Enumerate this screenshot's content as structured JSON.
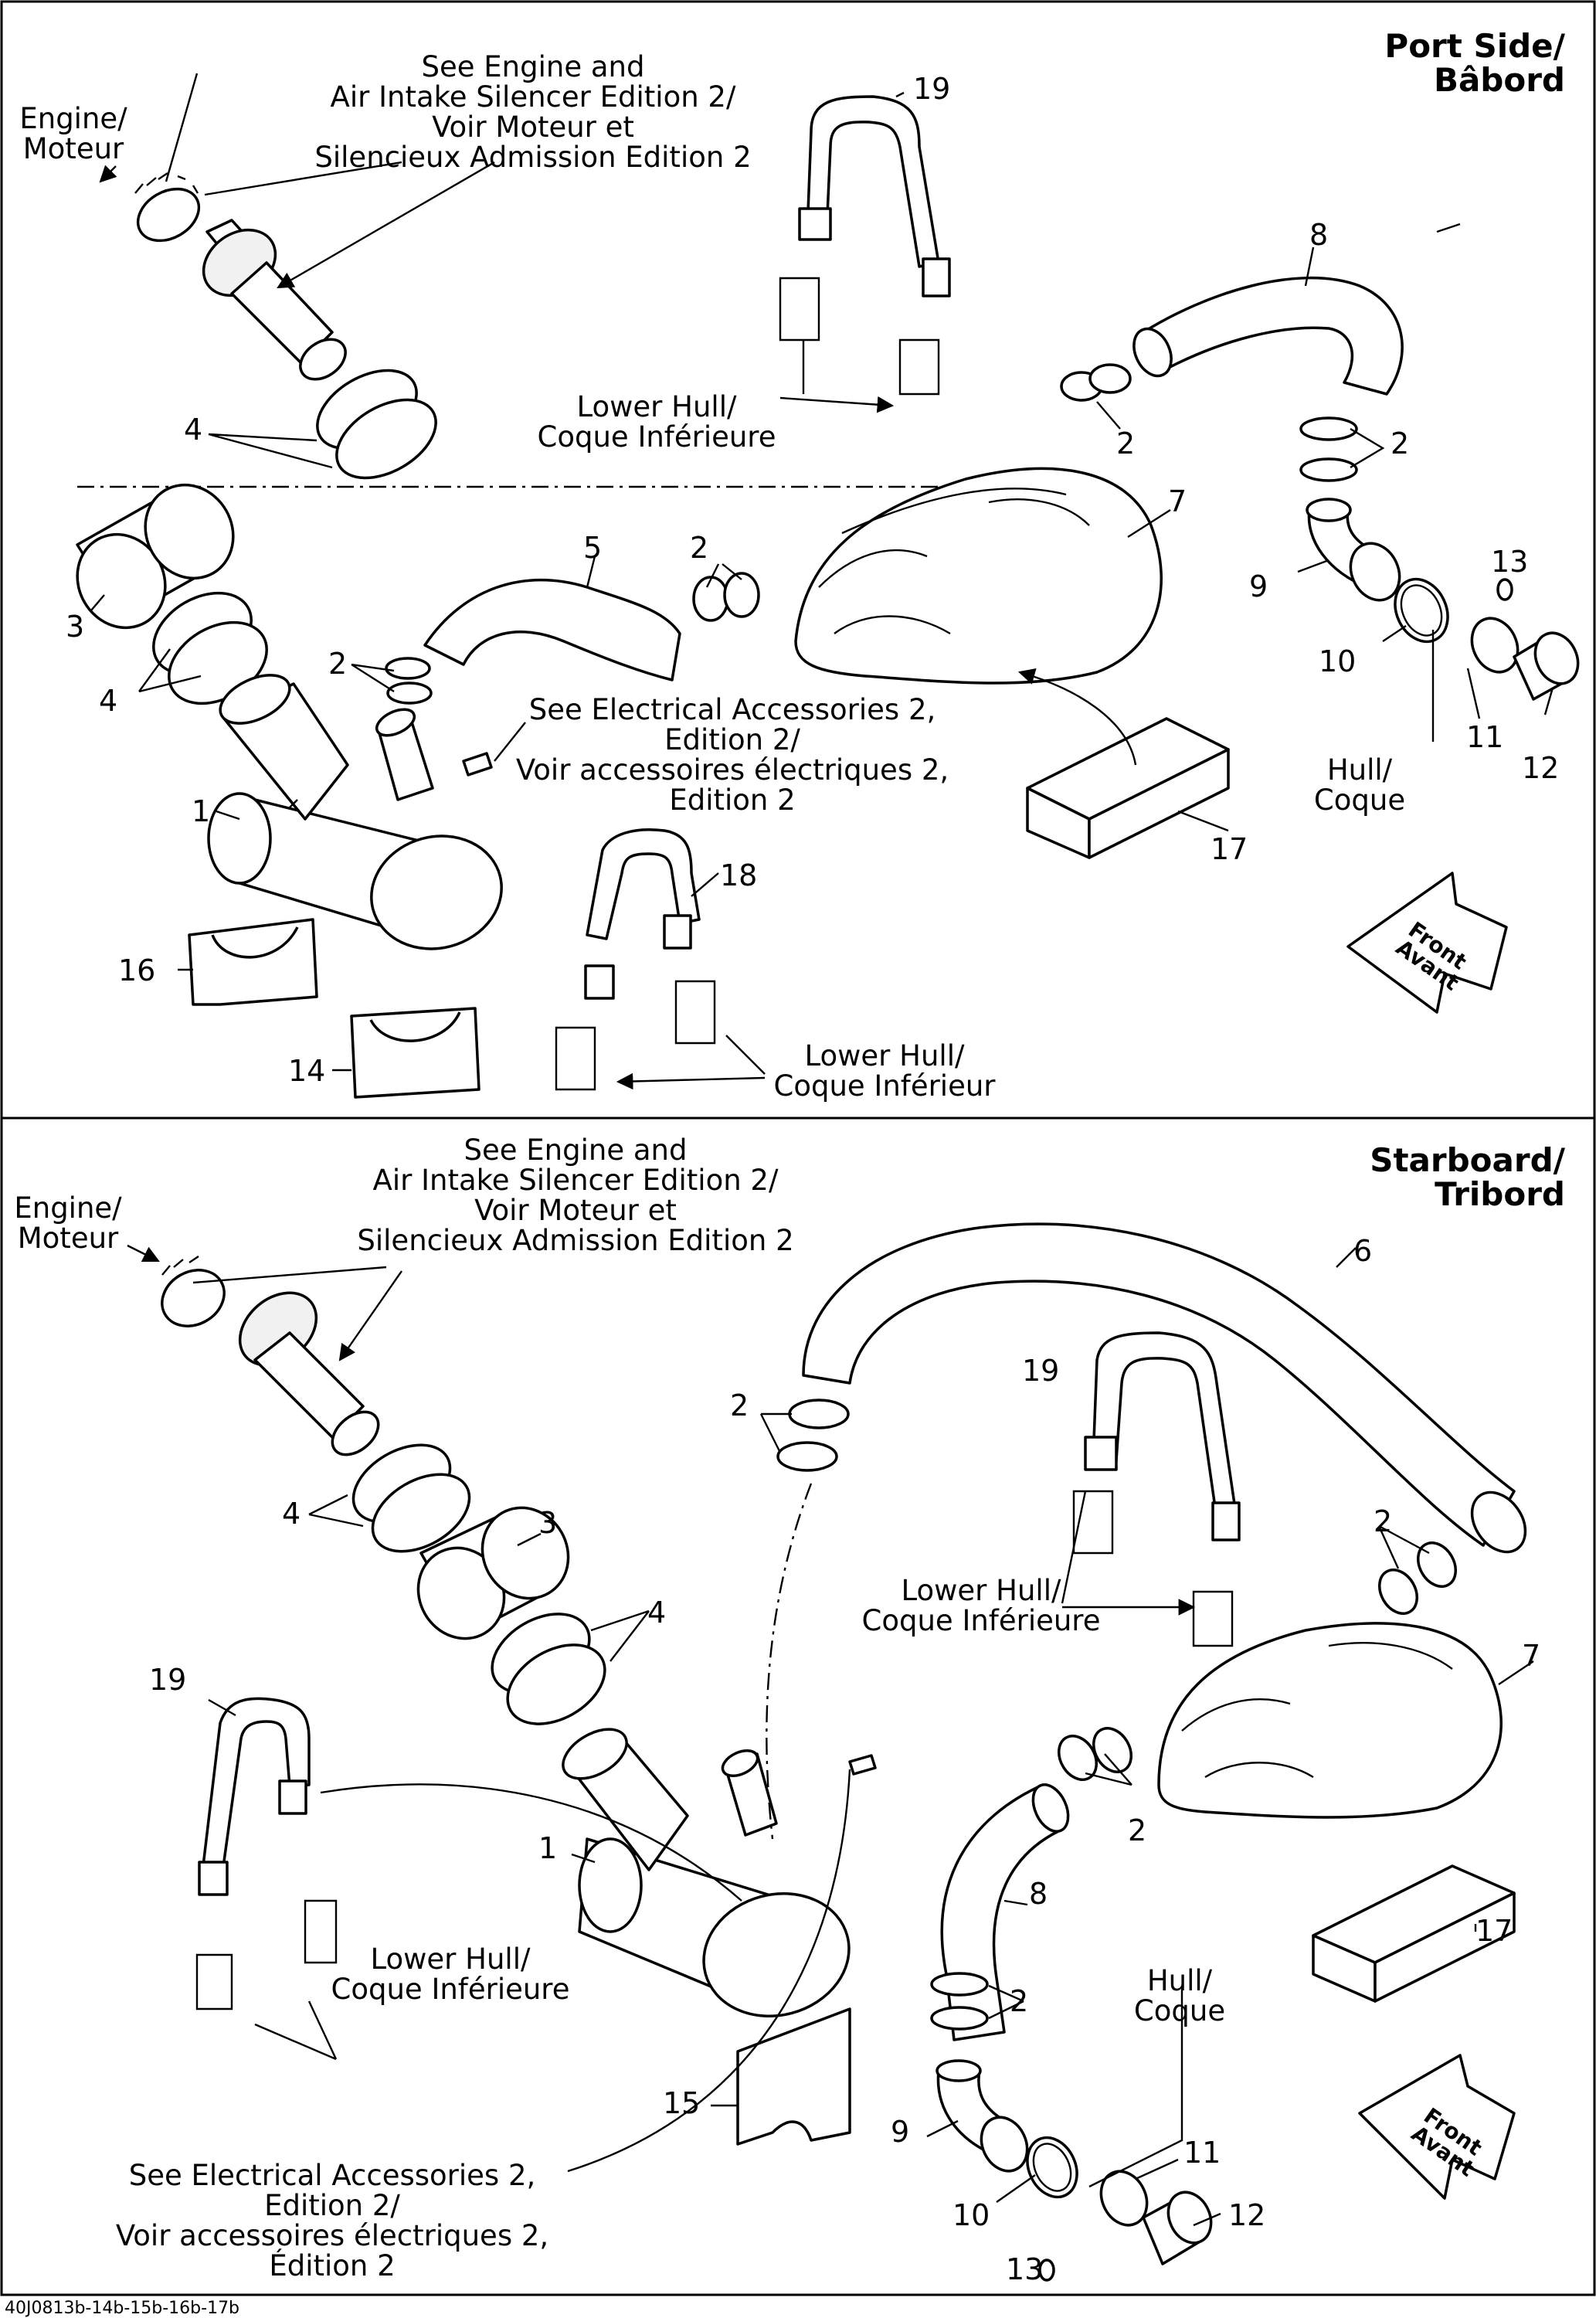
{
  "top_panel": {
    "title": [
      "Port Side/",
      "Bâbord"
    ],
    "engine": [
      "Engine/",
      "Moteur"
    ],
    "see_engine": [
      "See Engine and",
      "Air Intake Silencer Edition 2/",
      "Voir Moteur et",
      "Silencieux Admission Edition 2"
    ],
    "see_electrical": [
      "See Electrical Accessories 2,",
      "Edition 2/",
      "Voir accessoires électriques 2,",
      "Edition 2"
    ],
    "lower_hull_a": [
      "Lower Hull/",
      "Coque Inférieure"
    ],
    "lower_hull_b": [
      "Lower Hull/",
      "Coque Inférieur"
    ],
    "hull": [
      "Hull/",
      "Coque"
    ],
    "front": [
      "Front",
      "Avant"
    ],
    "callouts": {
      "c19": "19",
      "c8": "8",
      "c4": "4",
      "c2a": "2",
      "c2b": "2",
      "c7": "7",
      "c5": "5",
      "c2c": "2",
      "c13": "13",
      "c3": "3",
      "c9": "9",
      "c2d": "2",
      "c10": "10",
      "c4b": "4",
      "c11": "11",
      "c12": "12",
      "c1": "1",
      "c17": "17",
      "c18": "18",
      "c16": "16",
      "c14": "14"
    }
  },
  "bottom_panel": {
    "title": [
      "Starboard/",
      "Tribord"
    ],
    "engine": [
      "Engine/",
      "Moteur"
    ],
    "see_engine": [
      "See Engine and",
      "Air Intake Silencer Edition 2/",
      "Voir Moteur et",
      "Silencieux Admission Edition 2"
    ],
    "see_electrical": [
      "See Electrical Accessories 2,",
      "Edition 2/",
      "Voir accessoires électriques 2,",
      "Édition 2"
    ],
    "lower_hull_a": [
      "Lower Hull/",
      "Coque Inférieure"
    ],
    "lower_hull_b": [
      "Lower Hull/",
      "Coque Inférieure"
    ],
    "hull": [
      "Hull/",
      "Coque"
    ],
    "front": [
      "Front",
      "Avant"
    ],
    "callouts": {
      "c6": "6",
      "c19a": "19",
      "c2a": "2",
      "c4a": "4",
      "c3": "3",
      "c2b": "2",
      "c7": "7",
      "c4b": "4",
      "c19b": "19",
      "c2c": "2",
      "c1": "1",
      "c8": "8",
      "c17": "17",
      "c2d": "2",
      "c15": "15",
      "c9": "9",
      "c11": "11",
      "c10": "10",
      "c12": "12",
      "c13": "13"
    }
  },
  "footer_code": "40J0813b-14b-15b-16b-17b"
}
